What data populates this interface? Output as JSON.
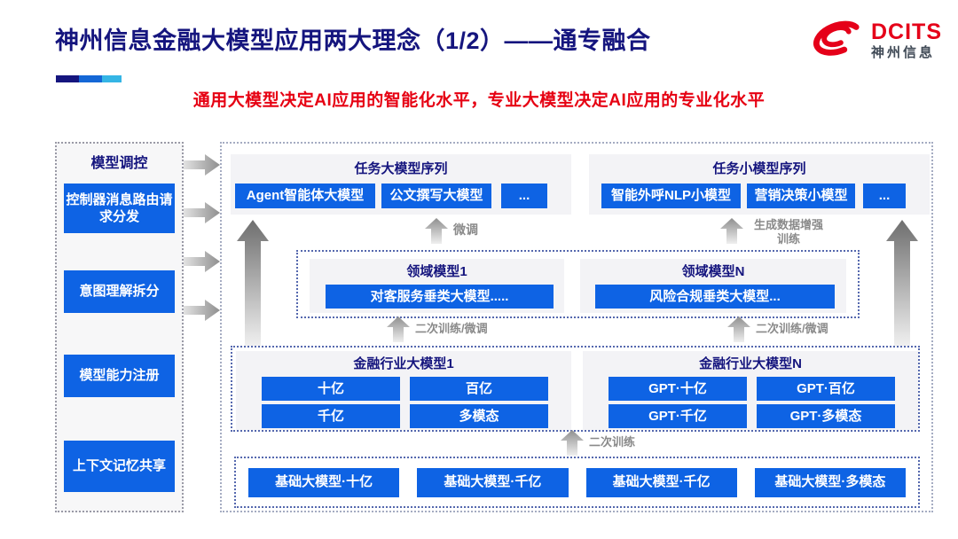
{
  "header": {
    "title": "神州信息金融大模型应用两大理念（1/2）——通专融合",
    "subtitle": "通用大模型决定AI应用的智能化水平，专业大模型决定AI应用的专业化水平",
    "logo": {
      "brand": "DCITS",
      "brand_cn": "神州信息"
    }
  },
  "sidebar": {
    "title": "模型调控",
    "items": [
      {
        "label": "控制器消息路由请求分发"
      },
      {
        "label": "意图理解拆分"
      },
      {
        "label": "模型能力注册"
      },
      {
        "label": "上下文记忆共享"
      }
    ]
  },
  "diagram": {
    "task_large": {
      "title": "任务大模型序列",
      "items": [
        "Agent智能体大模型",
        "公文撰写大模型",
        "..."
      ]
    },
    "task_small": {
      "title": "任务小模型序列",
      "items": [
        "智能外呼NLP小模型",
        "营销决策小模型",
        "..."
      ]
    },
    "domain_box": {
      "left": {
        "title": "领域模型1",
        "model": "对客服务垂类大模型....."
      },
      "right": {
        "title": "领域模型N",
        "model": "风险合规垂类大模型..."
      }
    },
    "industry_box": {
      "left": {
        "title": "金融行业大模型1",
        "items": [
          "十亿",
          "百亿",
          "千亿",
          "多模态"
        ]
      },
      "right": {
        "title": "金融行业大模型N",
        "items": [
          "GPT·十亿",
          "GPT·百亿",
          "GPT·千亿",
          "GPT·多模态"
        ]
      }
    },
    "base_models": [
      "基础大模型·十亿",
      "基础大模型·千亿",
      "基础大模型·千亿",
      "基础大模型·多模态"
    ],
    "arrow_labels": {
      "finetune": "微调",
      "augment": "生成数据增强训练",
      "retrain_finetune_left": "二次训练/微调",
      "retrain_finetune_right": "二次训练/微调",
      "retrain": "二次训练"
    }
  },
  "colors": {
    "navy": "#15157E",
    "box_blue": "#0E63E4",
    "subtitle_red": "#E60012",
    "logo_red": "#E50019",
    "accent_cyan": "#35B5E5"
  }
}
